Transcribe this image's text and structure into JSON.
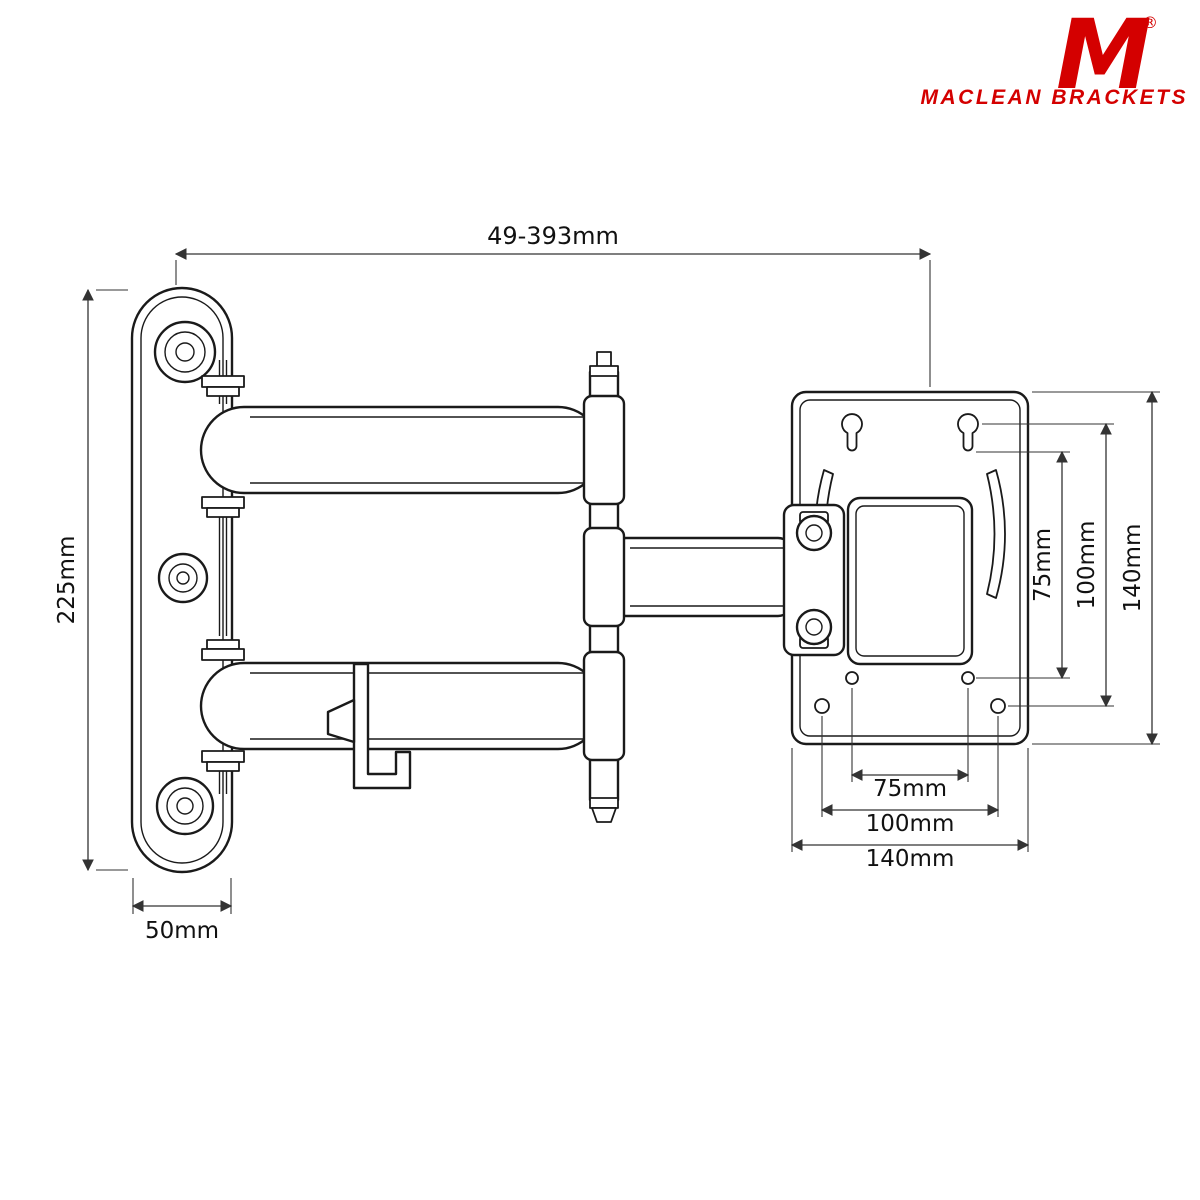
{
  "brand": {
    "logo_letter": "M",
    "registered": "®",
    "name": "MACLEAN BRACKETS"
  },
  "colors": {
    "brand_red": "#d40000",
    "drawing_line": "#1a1a1a",
    "dimension_line": "#333333",
    "background": "#ffffff"
  },
  "dimensions": {
    "extension_range": "49-393mm",
    "wall_plate_height": "225mm",
    "wall_plate_width": "50mm",
    "vesa_vertical": [
      "75mm",
      "100mm",
      "140mm"
    ],
    "vesa_horizontal": [
      "75mm",
      "100mm",
      "140mm"
    ]
  }
}
